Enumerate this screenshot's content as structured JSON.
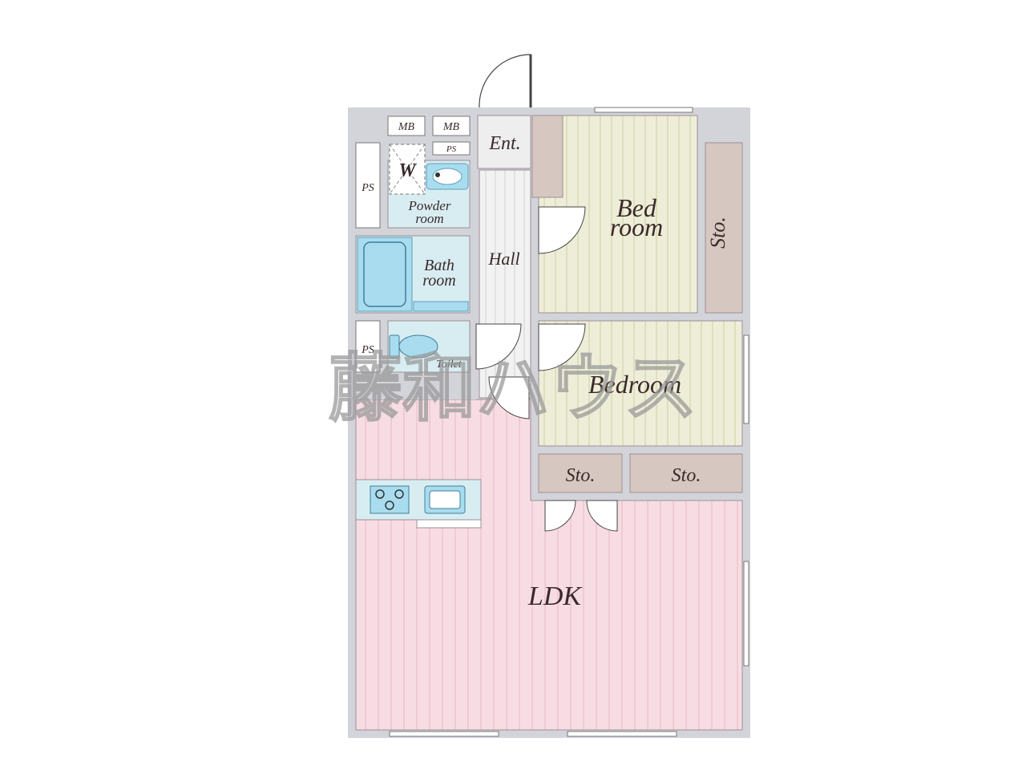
{
  "rooms": {
    "entrance": "Ent.",
    "hall": "Hall",
    "bedroom1_line1": "Bed",
    "bedroom1_line2": "room",
    "bedroom2": "Bedroom",
    "storage_right": "Sto.",
    "storage_left": "Sto.",
    "storage_mid": "Sto.",
    "ldk": "LDK",
    "powder_line1": "Powder",
    "powder_line2": "room",
    "bath_line1": "Bath",
    "bath_line2": "room",
    "toilet": "Toilet",
    "washer": "W",
    "ps_top": "PS",
    "ps_bottom": "PS",
    "ps_small": "PS",
    "mb1": "MB",
    "mb2": "MB"
  },
  "watermark": "藤和ハウス",
  "colors": {
    "wall": "#d3d3da",
    "ldk_floor": "#f7dde3",
    "bedroom_floor": "#eeeed8",
    "storage": "#d6c8c0",
    "wet_area": "#d8edf2",
    "fixture": "#a9dcef"
  }
}
